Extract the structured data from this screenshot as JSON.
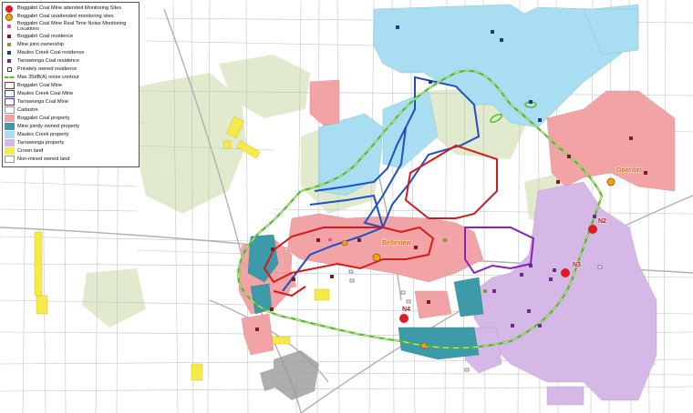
{
  "legend": {
    "items": [
      {
        "symbol": "circle-red",
        "label": "Boggabri Coal Mine attended Monitoring Sites"
      },
      {
        "symbol": "circle-orange",
        "label": "Boggabri Coal unattended monitoring sites"
      },
      {
        "symbol": "sq-pink",
        "label": "Boggabri Coal Mine Real Time Noise Monitoring Locations"
      },
      {
        "symbol": "sq-maroon",
        "label": "Boggabri Coal residence"
      },
      {
        "symbol": "sq-olive",
        "label": "Mine joint ownership"
      },
      {
        "symbol": "sq-navy",
        "label": "Maules Creek Coal residence"
      },
      {
        "symbol": "sq-purple",
        "label": "Tarrawonga Coal residence"
      },
      {
        "symbol": "sq-hollow",
        "label": "Privately owned residence"
      },
      {
        "symbol": "line-green",
        "label": "Max 35dB(A) noise contour"
      },
      {
        "symbol": "box-red",
        "label": "Boggabri Coal Mine"
      },
      {
        "symbol": "box-blue",
        "label": "Maules Creek Coal Mine"
      },
      {
        "symbol": "box-purple",
        "label": "Tarrawonga Coal Mine"
      },
      {
        "symbol": "box-cad",
        "label": "Cadastre"
      },
      {
        "symbol": "fill-pink",
        "label": "Boggabri Coal property"
      },
      {
        "symbol": "fill-teal",
        "label": "Mine jointly owned property"
      },
      {
        "symbol": "fill-blue",
        "label": "Maules Creek property"
      },
      {
        "symbol": "fill-lilac",
        "label": "Tarrawonga property"
      },
      {
        "symbol": "fill-yellow",
        "label": "Crown land"
      },
      {
        "symbol": "fill-white",
        "label": "Non-mined owned land"
      }
    ]
  },
  "places": {
    "bellevue": "Belleview",
    "goonbri": "Goonbri"
  },
  "sites": {
    "n2": "N2",
    "n3": "N3",
    "n4": "N4"
  },
  "colors": {
    "boggabri_property": "#f2a3a6",
    "joint_property": "#3d9aa8",
    "maules_property": "#a9def2",
    "tarrawonga_property": "#d5b8e6",
    "crown_land": "#f6ea4a",
    "boggabri_mine": "#d7191c",
    "maules_mine": "#1f4fc4",
    "tarrawonga_mine": "#8a1fc0",
    "noise_contour": "#56b82d",
    "forest": "#dfe8c8",
    "roads": "#bdbdbd"
  }
}
